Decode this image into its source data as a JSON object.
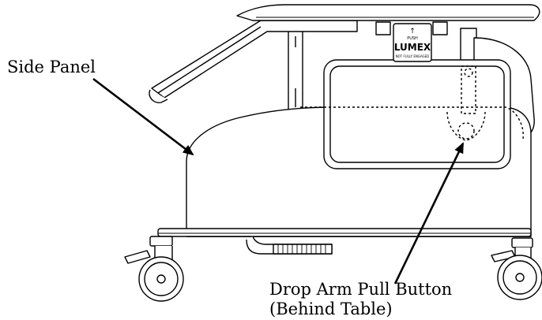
{
  "callouts": {
    "side_panel": "Side Panel",
    "drop_arm_button": "Drop Arm Pull Button",
    "drop_arm_button_note": "(Behind Table)"
  },
  "decal": {
    "arrow_glyph": "↑",
    "push": "PUSH",
    "brand": "LUMEX",
    "warning": "NOT FULLY ENGAGED"
  },
  "colors": {
    "line": "#000000",
    "fill": "#ffffff"
  }
}
